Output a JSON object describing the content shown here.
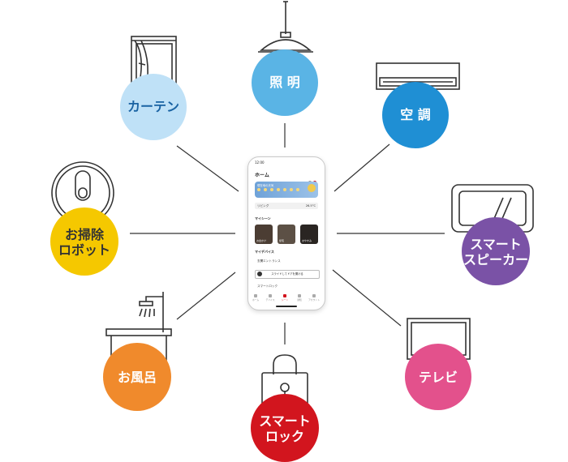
{
  "nodes": {
    "curtain": {
      "label_lines": [
        "カーテン"
      ],
      "color": "#bfe1f7",
      "text_color": "#1a63a3",
      "icon": "window-curtain-icon"
    },
    "lighting": {
      "label_lines": [
        "照 明"
      ],
      "color": "#5ab4e5",
      "text_color": "#ffffff",
      "icon": "pendant-lamp-icon"
    },
    "aircon": {
      "label_lines": [
        "空 調"
      ],
      "color": "#1f8fd4",
      "text_color": "#ffffff",
      "icon": "air-conditioner-icon"
    },
    "robot_vacuum": {
      "label_lines": [
        "お掃除",
        "ロボット"
      ],
      "color": "#f5c800",
      "text_color": "#333333",
      "icon": "robot-vacuum-icon"
    },
    "smart_speaker": {
      "label_lines": [
        "スマート",
        "スピーカー"
      ],
      "color": "#7a52a6",
      "text_color": "#ffffff",
      "icon": "smart-speaker-icon"
    },
    "bath": {
      "label_lines": [
        "お風呂"
      ],
      "color": "#f08a2c",
      "text_color": "#ffffff",
      "icon": "bathtub-shower-icon"
    },
    "tv": {
      "label_lines": [
        "テレビ"
      ],
      "color": "#e3518c",
      "text_color": "#ffffff",
      "icon": "television-icon"
    },
    "smart_lock": {
      "label_lines": [
        "スマート",
        "ロック"
      ],
      "color": "#d2151e",
      "text_color": "#ffffff",
      "icon": "padlock-icon"
    }
  },
  "phone": {
    "status_time": "12:00",
    "title": "ホーム",
    "weather_title": "現在地の天気",
    "living_row": "リビング",
    "living_temp": "26.5°C",
    "scene_section": "マイシーン",
    "scenes": [
      "お出かけ",
      "帰宅",
      "おやすみ"
    ],
    "device_section": "マイデバイス",
    "device_row": "玄関エントランス",
    "unlock_button": "スライドしてドアを開ける",
    "lock_row": "スマートロック",
    "tabs": [
      "ホーム",
      "デバイス",
      "シーン",
      "通知",
      "アカウント"
    ],
    "accent_color": "#d2151e"
  }
}
